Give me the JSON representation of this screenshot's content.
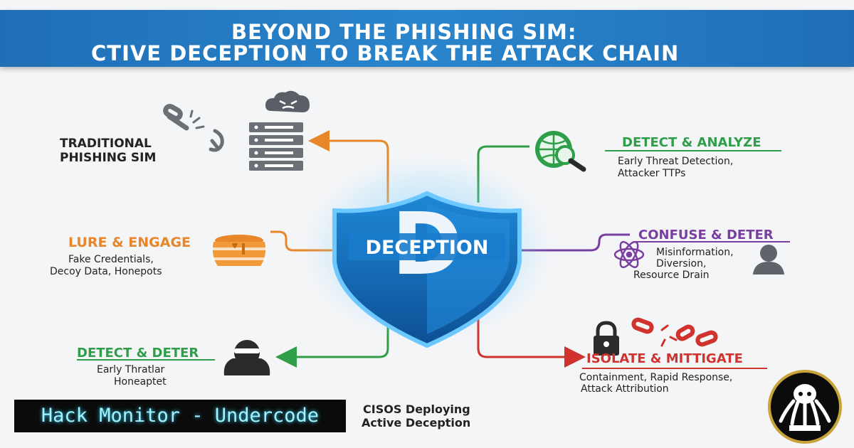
{
  "header": {
    "line1": "BEYOND THE PHISHING SIM:",
    "line2": "CTIVE DECEPTION TO BREAK THE ATTACK CHAIN"
  },
  "center": {
    "label": "DECEPTION",
    "letter": "D"
  },
  "nodes": {
    "traditional": {
      "title1": "TRADITIONAL",
      "title2": "PHISHING SIM"
    },
    "lure": {
      "title": "LURE & ENGAGE",
      "line1": "Fake Credentials,",
      "line2": "Decoy Data, Honepots"
    },
    "detect_deter": {
      "title": "DETECT & DETER",
      "line1": "Early Thratlar",
      "line2": "Honeaptet"
    },
    "detect_analyze": {
      "title": "DETECT & ANALYZE",
      "line1": "Early Threat Detection,",
      "line2": "Attacker TTPs"
    },
    "confuse": {
      "title": "CONFUSE & DETER",
      "line1": "Misinformation,",
      "line2": "Diversion,",
      "line3": "Resource Drain"
    },
    "isolate": {
      "title": "ISOLATE & MITTIGATE",
      "line1": "Containment, Rapid Response,",
      "line2": "Attack Attribution"
    }
  },
  "footer": {
    "caption1": "CISOS Deploying",
    "caption2": "Active Deception",
    "brand": "Hack Monitor - Undercode"
  },
  "colors": {
    "orange": "#e8862a",
    "green": "#2e9e48",
    "purple": "#7a3ea0",
    "red": "#d0322e",
    "blue": "#1f6fb6"
  }
}
